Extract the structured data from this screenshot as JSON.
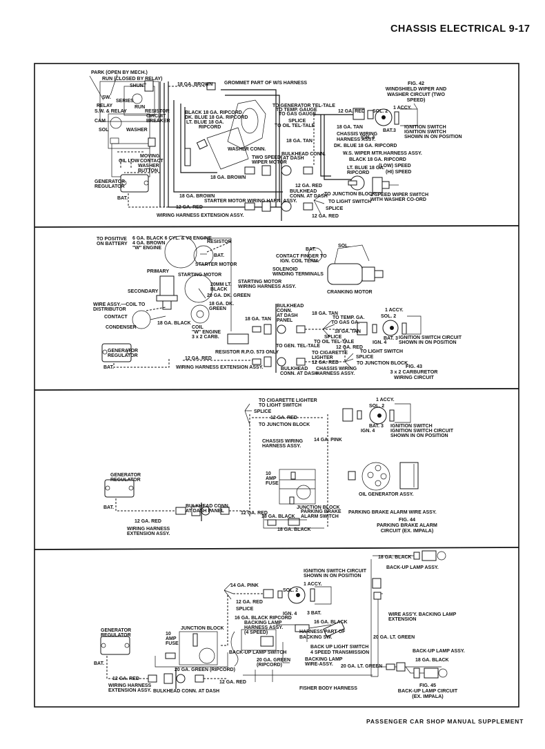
{
  "header": {
    "title": "CHASSIS ELECTRICAL 9-17"
  },
  "footer": {
    "text": "PASSENGER CAR SHOP MANUAL SUPPLEMENT"
  },
  "panels": [
    {
      "caption": [
        "FIG. 42",
        "WINDSHIELD WIPER AND",
        "WASHER CIRCUIT (TWO",
        "SPEED)"
      ],
      "labels": {
        "park": "PARK (OPEN BY MECH.)",
        "run": "RUN (CLOSED BY RELAY)",
        "shunt": "SHUNT",
        "series": "SERIES",
        "sw": "SW.",
        "relay": "RELAY",
        "sw_relay": "S.W. & RELAY",
        "run2": "RUN",
        "resistor": "RESISTOR",
        "circuit": "CIRCUIT",
        "breaker": "BREAKER",
        "cam": "CAM",
        "sol": "SOL",
        "washer": "WASHER",
        "oil_low": "OIL LOW",
        "moving": "MOVING",
        "contact": "CONTACT",
        "washer_btn": "WASHER",
        "button": "BUTTON",
        "gen": "GENERATOR",
        "reg": "REGULATOR",
        "bat": "BAT.",
        "brown18": "18 GA. BROWN",
        "grommet": "GROMMET PART OF W/S HARNESS",
        "black18": "BLACK 18 GA. RIPCORD",
        "dkblue": "DK. BLUE 18 GA. RIPCORD",
        "ltblue": "LT. BLUE 18 GA.",
        "ripcord": "RIPCORD",
        "washer_conn": "WASHER CONN.",
        "two_speed": "TWO SPEED",
        "wiper_motor": "WIPER MOTOR",
        "brown18b": "18 GA. BROWN",
        "brown18c": "18 GA. BROWN",
        "starter_harn": "STARTER MOTOR WIRING HARN. ASSY.",
        "red12": "12 GA. RED",
        "ext": "WIRING HARNESS EXTENSION ASSY.",
        "gen_tell": "TO GENERATOR TEL-TALE",
        "temp": "TO TEMP. GAUGE",
        "gas": "TO GAS GAUGE",
        "splice": "SPLICE",
        "oil_tell": "TO OIL TEL-TALE",
        "tan18": "18 GA. TAN",
        "bulk1": "BULKHEAD CONN.",
        "at_dash": "AT DASH",
        "red12b": "12 GA. RED",
        "tan18b": "18 GA. TAN",
        "chassis": "CHASSIS WIRING",
        "harness": "HARNESS ASSY.",
        "dkblue2": "DK. BLUE 18 GA. RIPCORD",
        "ws_wiper": "W.S. WIPER MTR.HARNESS ASSY.",
        "black18b": "BLACK 18 GA. RIPCORD",
        "ltblue2": "LT. BLUE 18 GA.",
        "ripcord2": "RIPCORD",
        "red12c": "12 GA. RED",
        "bulk2": "BULKHEAD",
        "conn_dash": "CONN. AT DASH",
        "junction": "TO JUNCTION BLOCK",
        "light": "TO LIGHT SWITCH",
        "splice2": "SPLICE",
        "red12d": "12 GA. RED",
        "low": "(LOW) SPEED",
        "hi": "(HI) SPEED",
        "wiper_sw": "2 SPEED WIPER SWITCH",
        "washer_co": "WITH WASHER CO-ORD",
        "accy": "1 ACCY.",
        "sol2": "SOL. 2",
        "bat3": "BAT.3",
        "ign4": "IGN. 4",
        "ign_sw": "IGNITION SWITCH",
        "ign_sw2": "IGNITION SWITCH",
        "on_pos": "SHOWN IN ON POSITION"
      }
    },
    {
      "caption": [
        "FIG. 43",
        "3 x 2 CARBURETOR",
        "WIRING CIRCUIT"
      ],
      "labels": {
        "to_pos": "TO POSITIVE",
        "on_bat": "ON BATTERY",
        "black6": "6 GA. BLACK 6 CYL. & V8 ENGINE",
        "brown4": "4 GA. BROWN",
        "w_eng": "\"W\" ENGINE",
        "resistor": "RESISTOR",
        "bat": "BAT.",
        "starter": "STARTER MOTOR",
        "primary": "PRIMARY",
        "starting": "STARTING MOTOR",
        "secondary": "SECONDARY",
        "black20": "20MM LT.",
        "black": "BLACK",
        "green20": "20 GA. DK. GREEN",
        "dkgreen18": "18 GA. DK.",
        "green": "GREEN",
        "wire_assy": "WIRE ASSY.—COIL TO",
        "distributor": "DISTRIBUTOR",
        "contact": "CONTACT",
        "condenser": "CONDENSER",
        "black18": "18 GA. BLACK",
        "coil": "COIL",
        "w_engine": "\"W\" ENGINE",
        "carb": "3 x 2 CARB.",
        "start_harn": "STARTING MOTOR",
        "start_harn2": "WIRING HARNESS ASSY.",
        "tan18": "18 GA. TAN",
        "resistor_rpo": "RESISTOR R.P.O. 573 ONLY",
        "gen": "GENERATOR",
        "reg": "REGULATOR",
        "bat2": "BAT.",
        "red12": "12 GA. RED",
        "ext": "WIRING HARNESS EXTENSION ASSY.",
        "bat_sol": "BAT.",
        "sol": "SOL.",
        "contact_finger": "CONTACT FINGER TO",
        "ign_coil": "IGN. COIL TERM.",
        "solenoid": "SOLENOID",
        "winding": "WINDING TERMINALS",
        "cranking": "CRANKING MOTOR",
        "bulk": "BULKHEAD",
        "conn": "CONN.",
        "at_dash": "AT DASH",
        "panel": "PANEL",
        "tan18b": "18 GA. TAN",
        "temp": "TO TEMP. GA.",
        "gas": "TO GAS GA.",
        "tan18c": "18 GA. TAN",
        "splice": "SPLICE",
        "oil": "TO OIL TEL-TALE",
        "gen_tell": "TO GEN. TEL-TALE",
        "red12b": "12 GA. RED",
        "cig": "TO CIGARETTE",
        "lighter": "LIGHTER",
        "red12c": "12 GA. RED",
        "light": "TO LIGHT SWITCH",
        "splice2": "SPLICE",
        "junction": "TO JUNCTION BLOCK",
        "bulk2": "BULKHEAD",
        "conn_dash": "CONN. AT DASH",
        "chassis": "CHASSIS WIRING",
        "harness": "HARNESS ASSY.",
        "accy": "1 ACCY.",
        "sol2": "SOL. 2",
        "bat3": "BAT. 3",
        "ign4": "IGN. 4",
        "ign_circ": "IGNITION SWITCH CIRCUIT",
        "on_pos": "SHOWN IN ON POSITION"
      }
    },
    {
      "caption": [
        "FIG. 44",
        "PARKING BRAKE ALARM",
        "CIRCUIT (EX. IMPALA)"
      ],
      "labels": {
        "cig": "TO CIGARETTE LIGHTER",
        "light": "TO LIGHT SWITCH",
        "splice": "SPLICE",
        "red12": "12 GA. RED",
        "junction": "TO JUNCTION BLOCK",
        "chassis": "CHASSIS WIRING",
        "harness": "HARNESS ASSY.",
        "pink14": "14 GA. PINK",
        "gen": "GENERATOR",
        "reg": "REGULATOR",
        "bat": "BAT.",
        "red12b": "12 GA. RED",
        "ext": "WIRING HARNESS",
        "ext2": "EXTENSION ASSY.",
        "bulk": "BULKHEAD CONN.",
        "at_dash": "AT DASH PANEL",
        "red12c": "12 GA. RED",
        "amp": "10",
        "amp2": "AMP",
        "fuse": "FUSE",
        "jb": "JUNCTION BLOCK",
        "black18": "18 GA. BLACK",
        "pb_sw": "PARKING BRAKE",
        "alarm_sw": "ALARM SWITCH",
        "black18b": "18 GA. BLACK",
        "pb_wire": "PARKING BRAKE ALARM WIRE ASSY.",
        "oil_gen": "OIL GENERATOR ASSY.",
        "accy": "1 ACCY.",
        "sol2": "SOL. 2",
        "bat3": "BAT. 3",
        "ign4": "IGN. 4",
        "ign_sw": "IGNITION SWITCH",
        "ign_circ": "IGNITION SWITCH CIRCUIT",
        "on_pos": "SHOWN IN ON POSITION"
      }
    },
    {
      "caption": [
        "FIG. 45",
        "BACK-UP LAMP CIRCUIT",
        "(EX. IMPALA)"
      ],
      "labels": {
        "gen": "GENERATOR",
        "reg": "REGULATOR",
        "bat": "BAT.",
        "red12": "12 GA. RED",
        "ext": "WIRING HARNESS",
        "ext2": "EXTENSION ASSY.",
        "bulk": "BULKHEAD CONN. AT DASH",
        "red12b": "12 GA. RED",
        "amp": "10",
        "amp2": "AMP",
        "fuse": "FUSE",
        "jb": "JUNCTION BLOCK",
        "green20": "20 GA. GREEN (RIPCORD)",
        "pink14": "14 GA. PINK",
        "red12c": "12 GA. RED",
        "splice": "SPLICE",
        "black16": "16 GA. BLACK RIPCORD",
        "backing_harn": "BACKING LAMP",
        "backing_harn2": "HARNESS ASSY.",
        "four_speed": "(4 SPEED)",
        "backup_sw": "BACK-UP LAMP SWITCH",
        "green20b": "20 GA. GREEN",
        "ripcord": "(RIPCORD)",
        "ign_circ": "IGNITION SWITCH CIRCUIT",
        "on_pos": "SHOWN IN ON POSITION",
        "accy": "1 ACCY.",
        "sol2": "SOL. 2",
        "ign4": "IGN. 4",
        "bat3": "3 BAT.",
        "black16b": "16 GA. BLACK",
        "harn_part": "HARNESS PART OF",
        "backing_sw": "BACKING SW.",
        "backup_light": "BACK UP LIGHT SWITCH",
        "transmission": "4 SPEED TRANSMISSION",
        "backing_wire": "BACKING LAMP",
        "wire_assy": "WIRE-ASSY.",
        "fisher": "FISHER BODY HARNESS",
        "black18": "18 GA. BLACK",
        "backup_assy": "BACK-UP LAMP ASSY.",
        "wire_ext": "WIRE ASS'Y. BACKING LAMP",
        "extension": "EXTENSION",
        "ltgreen20": "20 GA. LT. GREEN",
        "ltgreen20b": "20 GA. LT. GREEN",
        "backup_assy2": "BACK-UP LAMP ASSY.",
        "black18b": "18 GA. BLACK"
      }
    }
  ]
}
